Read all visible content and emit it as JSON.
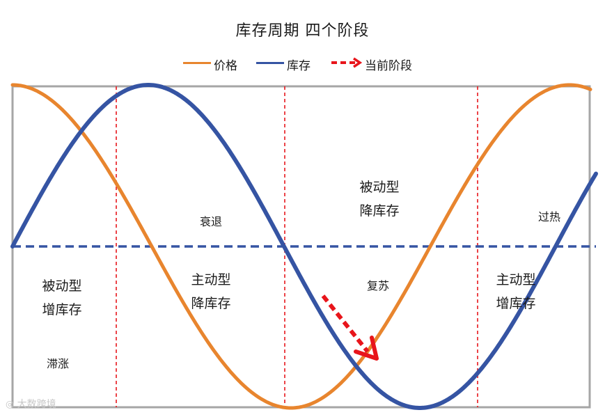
{
  "title": "库存周期  四个阶段",
  "legend": [
    {
      "label": "价格",
      "color": "#E8852E",
      "style": "solid"
    },
    {
      "label": "库存",
      "color": "#3554A3",
      "style": "solid"
    },
    {
      "label": "当前阶段",
      "color": "#E8151B",
      "style": "dashed-arrow"
    }
  ],
  "labels": {
    "passive_destock_line1": "被动型",
    "passive_destock_line2": "降库存",
    "recession": "衰退",
    "overheat": "过热",
    "passive_restock_line1": "被动型",
    "passive_restock_line2": "增库存",
    "active_destock_line1": "主动型",
    "active_destock_line2": "降库存",
    "recovery": "复苏",
    "active_restock_line1": "主动型",
    "active_restock_line2": "增库存",
    "stagflation": "滞涨"
  },
  "watermark": "大数跨境",
  "colors": {
    "price": "#E8852E",
    "inventory": "#3554A3",
    "current": "#E8151B",
    "frame": "#A6A6A6",
    "divider": "#E8151B"
  }
}
